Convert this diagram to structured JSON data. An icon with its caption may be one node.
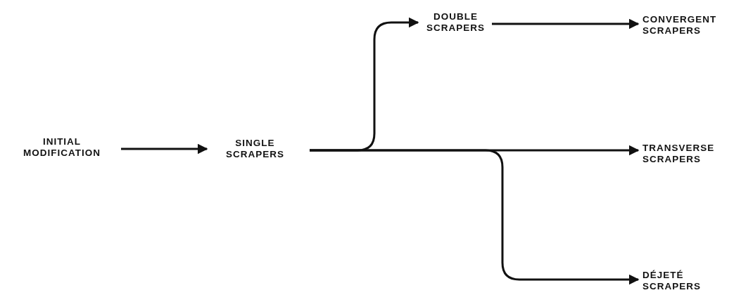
{
  "diagram": {
    "nodes": [
      {
        "text": [
          "INITIAL MODIFICATION"
        ]
      },
      {
        "text": [
          "SINGLE SCRAPERS"
        ]
      },
      {
        "text": [
          "DOUBLE SCRAPERS"
        ]
      },
      {
        "text": [
          "CONVERGENT SCRAPERS"
        ]
      },
      {
        "text": [
          "TRANSVERSE SCRAPERS"
        ]
      },
      {
        "text": [
          "DÉJETÉ SCRAPERS"
        ]
      }
    ],
    "edges": [
      {
        "from": 0,
        "to": 1,
        "arrow": "to"
      },
      {
        "from": 1,
        "to": 2,
        "arrow": "to"
      },
      {
        "from": 1,
        "to": 4,
        "arrow": "to"
      },
      {
        "from": 1,
        "to": 5,
        "arrow": "to"
      },
      {
        "from": 2,
        "to": 3,
        "arrow": "to"
      }
    ]
  }
}
